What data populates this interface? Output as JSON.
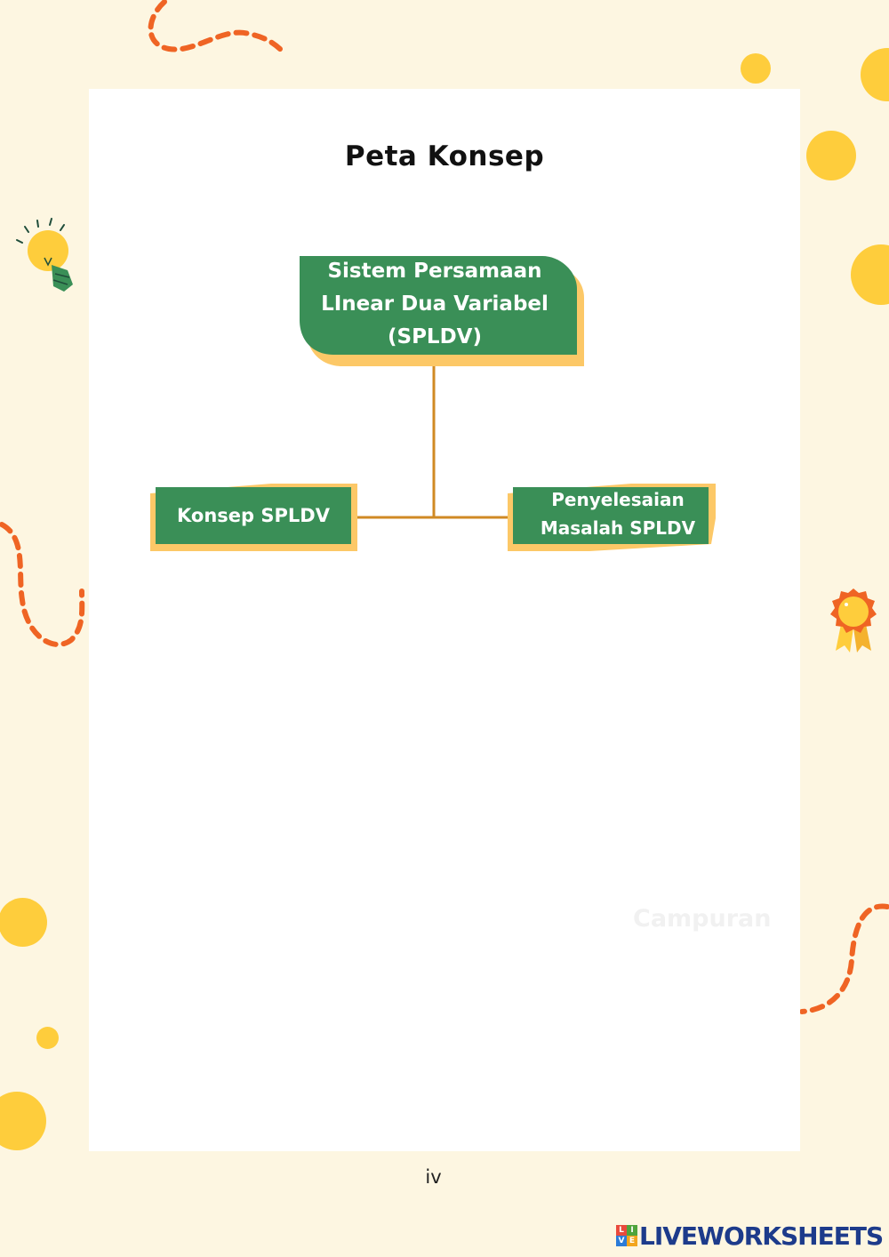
{
  "page": {
    "title": "Peta Konsep",
    "page_number": "iv",
    "watermark": "Campuran"
  },
  "concept_map": {
    "root": "Sistem Persamaan\nLInear Dua Variabel\n(SPLDV)",
    "children": [
      "Konsep SPLDV",
      "Penyelesaian\nMasalah SPLDV"
    ]
  },
  "branding": {
    "logo_letters": [
      "L",
      "I",
      "V",
      "E"
    ],
    "name": "LIVEWORKSHEETS"
  },
  "colors": {
    "background": "#fdf6e1",
    "node_green": "#3a8f57",
    "node_shadow": "#fcc867",
    "connector": "#d08a24",
    "accent_dots": "#fecd3c",
    "dashes": "#ef6424",
    "brand": "#1d3b8b"
  },
  "icons": [
    "lightbulb-icon",
    "medal-icon"
  ]
}
